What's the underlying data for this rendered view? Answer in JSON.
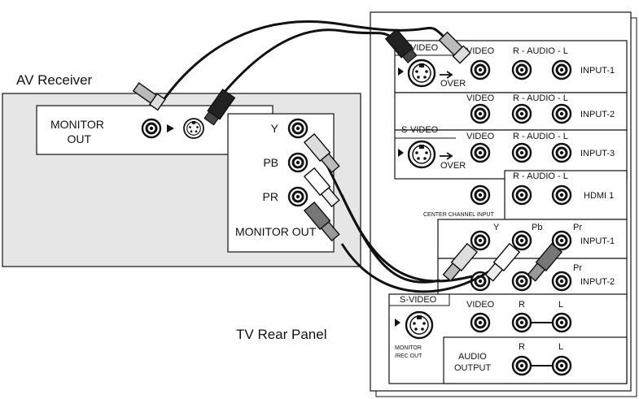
{
  "receiver": {
    "title": "AV Receiver",
    "monitor_out_line1": "MONITOR",
    "monitor_out_line2": "OUT",
    "component_y": "Y",
    "component_pb": "PB",
    "component_pr": "PR",
    "component_monitor_out": "MONITOR OUT"
  },
  "tv": {
    "title": "TV Rear Panel",
    "svideo_label": "S-VIDEO",
    "video_label": "VIDEO",
    "audio_label": "R - AUDIO - L",
    "over_label": "OVER",
    "input1": "INPUT-1",
    "input2": "INPUT-2",
    "input3": "INPUT-3",
    "hdmi1": "HDMI 1",
    "center_channel": "CENTER CHANNEL INPUT",
    "y_label": "Y",
    "pb_label": "Pb",
    "pr_label": "Pr",
    "comp_input1": "INPUT-1",
    "comp_input2": "INPUT-2",
    "monitor_rec_line1": "MONITOR",
    "monitor_rec_line2": "/REC OUT",
    "r_label": "R",
    "l_label": "L",
    "audio_output_line1": "AUDIO",
    "audio_output_line2": "OUTPUT"
  }
}
